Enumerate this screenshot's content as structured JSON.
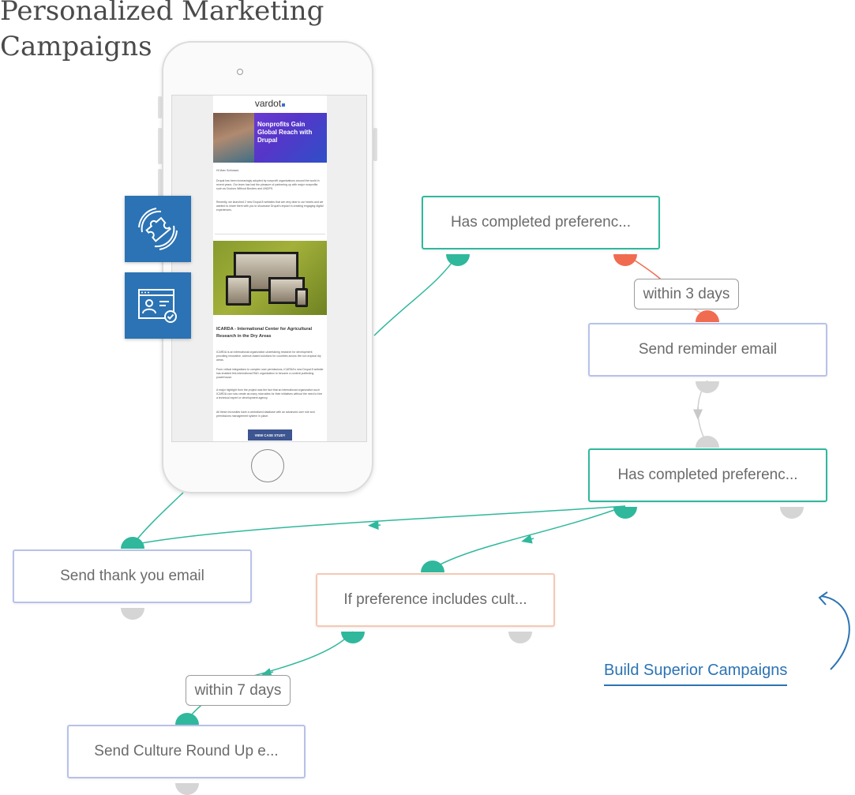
{
  "title": "Personalized Marketing Campaigns",
  "colors": {
    "accent_green": "#2fb89c",
    "accent_red": "#f06c50",
    "node_blue_border": "#b8c1ea",
    "node_orange_border": "#f6c8b4",
    "connector_gray": "#d5d5d5",
    "brand_blue": "#2b73b4"
  },
  "nodes": {
    "preference_check_1": "Has completed preferenc...",
    "send_reminder": "Send reminder email",
    "preference_check_2": "Has completed preferenc...",
    "send_thank_you": "Send thank you email",
    "preference_includes": "If preference includes cult...",
    "send_culture_roundup": "Send Culture Round Up e..."
  },
  "delays": {
    "reminder_delay": "within 3 days",
    "culture_delay": "within 7 days"
  },
  "phone_email": {
    "logo": "vardot",
    "hero_title": "Nonprofits Gain Global Reach with Drupal",
    "greeting": "Hi Marc Schlosser,",
    "paragraph_1": "Drupal has been increasingly adopted by nonprofit organizations around the world in recent years. Our team has had the pleasure of partnering up with major nonprofits such as Doctors Without Borders and UNDPS.",
    "paragraph_2": "Recently, we launched 2 new Drupal 8 websites that are very dear to our hearts and we wanted to share them with you to showcase Drupal's impact in creating engaging digital experiences.",
    "case_title": "ICARDA - International Center for Agricultural Research in the Dry Areas",
    "case_p1": "ICARDA is an international organization undertaking research for development; providing innovative, science-based solutions for countries across the non-tropical dry areas.",
    "case_p2": "From critical integrations to complex user permissions, ICARDA's new Drupal 8 website has enabled this international R&D organization to become a content publishing powerhouse.",
    "case_p3": "A major highlight from the project was the fact that an international organization such ICARDA can now create as many microsites for their initiatives without the need to hire a technical expert or development agency.",
    "case_p4": "All these microsites have a centralized database with an advanced user role and permissions management system in place.",
    "cta_button": "VIEW CASE STUDY"
  },
  "icons": {
    "integration": "puzzle-icon",
    "user_profile": "user-profile-check-icon"
  },
  "cta": "Build Superior Campaigns"
}
